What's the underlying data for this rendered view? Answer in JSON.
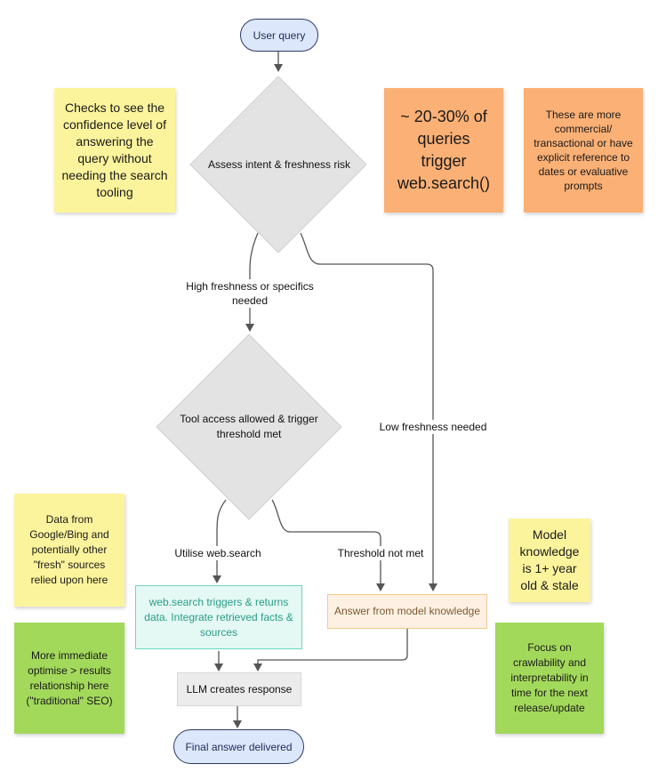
{
  "colors": {
    "sticky_yellow": "#fcf49c",
    "sticky_orange": "#fbb075",
    "sticky_green": "#a3d95b",
    "terminal_fill": "#dde7fb",
    "diamond_fill": "#e3e3e3",
    "search_box_fill": "#e4f8f4",
    "search_box_text": "#2a9d86",
    "model_box_fill": "#fef1e3",
    "model_box_text": "#7a5a30",
    "llm_box_fill": "#ececec",
    "line": "#555555"
  },
  "nodes": {
    "user_query": "User query",
    "assess_intent": "Assess intent & freshness risk",
    "tool_access": "Tool access allowed & trigger threshold met",
    "web_search_box": "web.search triggers & returns data. Integrate retrieved facts & sources",
    "model_knowledge_box": "Answer from model knowledge",
    "llm_response": "LLM creates response",
    "final_answer": "Final answer delivered"
  },
  "edges": {
    "high_freshness": "High freshness or specifics needed",
    "low_freshness": "Low freshness needed",
    "utilise_search": "Utilise web.search",
    "threshold_not_met": "Threshold not met"
  },
  "notes": {
    "confidence": "Checks to see the confidence level of answering the query without needing the search tooling",
    "percent_queries": "~ 20-30% of queries trigger web.search()",
    "commercial": "These are more commercial/ transactional or have explicit reference to dates or evaluative prompts",
    "fresh_sources": "Data from Google/Bing and potentially other \"fresh\" sources relied upon here",
    "model_stale": "Model knowledge is 1+ year old & stale",
    "immediate_seo": "More immediate optimise > results relationship here (\"traditional\" SEO)",
    "crawlability": "Focus on crawlability and interpretability in time for the next release/update"
  }
}
